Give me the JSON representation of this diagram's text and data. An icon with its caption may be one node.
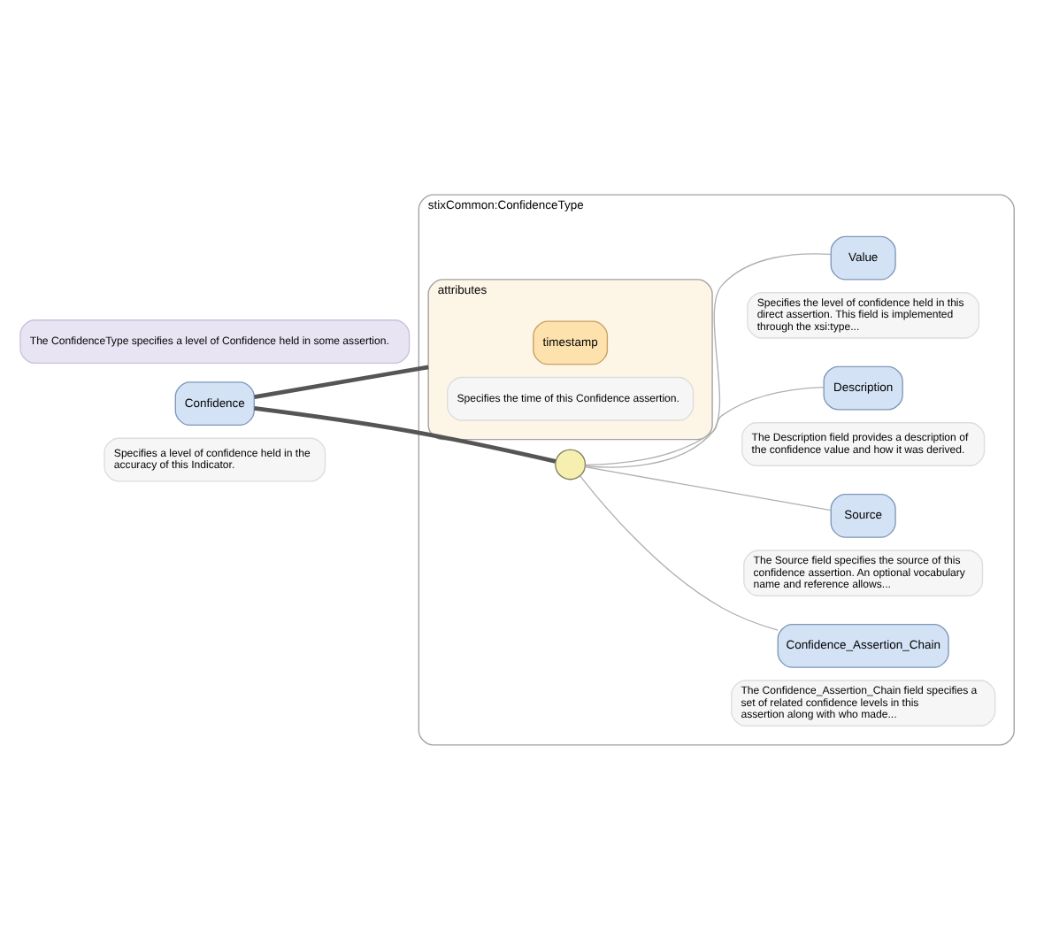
{
  "diagram": {
    "nodes": [
      {
        "text": [
          "Confidence"
        ],
        "beside": [
          "Specifies a level of confidence held in the accuracy of this Indicator."
        ]
      },
      {
        "text": [
          "stixCommon:ConfidenceType"
        ],
        "beside": [
          "The ConfidenceType specifies a level of Confidence held in some assertion."
        ]
      },
      {
        "text": [
          "attributes"
        ],
        "in": 1
      },
      {
        "text": [
          "timestamp"
        ],
        "in": 2,
        "beside": [
          "Specifies the time of this Confidence assertion."
        ]
      },
      {
        "text": [],
        "shape": "circle",
        "in": 1
      },
      {
        "text": [
          "Value"
        ],
        "in": 1,
        "beside": [
          "Specifies the level of confidence held in this direct assertion. This field is implemented through the xsi:type..."
        ]
      },
      {
        "text": [
          "Description"
        ],
        "in": 1,
        "beside": [
          "The Description field provides a description of the confidence value and how it was derived."
        ]
      },
      {
        "text": [
          "Source"
        ],
        "in": 1,
        "beside": [
          "The Source field specifies the source of this confidence assertion. An optional vocabulary name and reference allows..."
        ]
      },
      {
        "text": [
          "Confidence_Assertion_Chain"
        ],
        "in": 1,
        "beside": [
          "The Confidence_Assertion_Chain field specifies a set of related confidence levels in this assertion along with who made..."
        ]
      }
    ],
    "edges": [
      {
        "from": 0,
        "to": 2,
        "arrow": "none",
        "style": "thick",
        "color": "#555555"
      },
      {
        "from": 0,
        "to": 4,
        "arrow": "none",
        "style": "thick",
        "color": "#555555"
      },
      {
        "from": 4,
        "to": 5,
        "arrow": "none"
      },
      {
        "from": 4,
        "to": 6,
        "arrow": "none"
      },
      {
        "from": 4,
        "to": 7,
        "arrow": "none"
      },
      {
        "from": 4,
        "to": 8,
        "arrow": "none"
      }
    ]
  }
}
